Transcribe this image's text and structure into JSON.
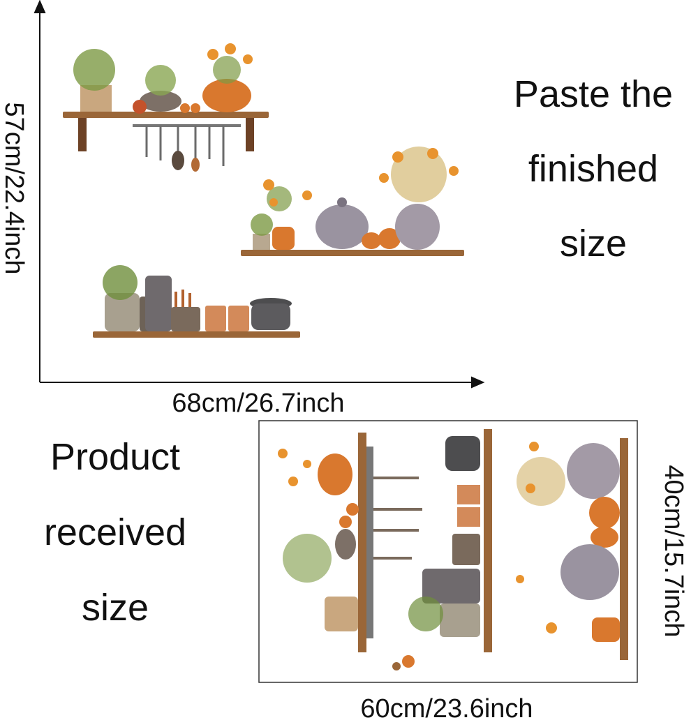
{
  "finished": {
    "height_label": "57cm/22.4inch",
    "width_label": "68cm/26.7inch",
    "caption_lines": [
      "Paste the",
      "finished",
      "size"
    ]
  },
  "received": {
    "height_label": "40cm/15.7inch",
    "width_label": "60cm/23.6inch",
    "caption_lines": [
      "Product",
      "received",
      "size"
    ]
  },
  "colors": {
    "wood": "#8a5a34",
    "pumpkin": "#d9782e",
    "leaf": "#7d9a45",
    "pot": "#8f8a95",
    "flower": "#e8932e"
  }
}
